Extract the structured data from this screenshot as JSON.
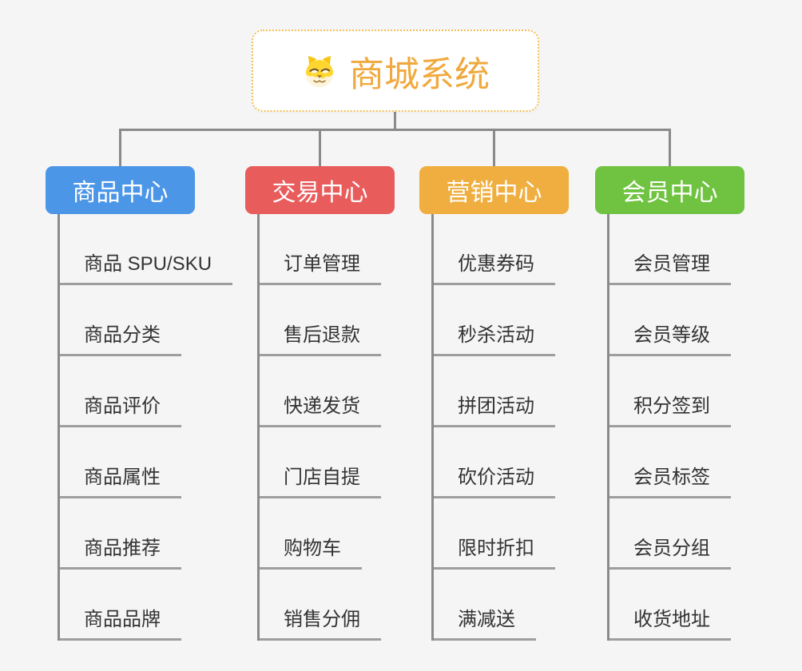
{
  "root": {
    "title": "商城系统",
    "icon": "dog-face-icon"
  },
  "branches": [
    {
      "label": "商品中心",
      "color": "#4C96E8",
      "children": [
        "商品 SPU/SKU",
        "商品分类",
        "商品评价",
        "商品属性",
        "商品推荐",
        "商品品牌"
      ]
    },
    {
      "label": "交易中心",
      "color": "#E85C5C",
      "children": [
        "订单管理",
        "售后退款",
        "快递发货",
        "门店自提",
        "购物车",
        "销售分佣"
      ]
    },
    {
      "label": "营销中心",
      "color": "#EFAE3F",
      "children": [
        "优惠券码",
        "秒杀活动",
        "拼团活动",
        "砍价活动",
        "限时折扣",
        "满减送"
      ]
    },
    {
      "label": "会员中心",
      "color": "#6FC340",
      "children": [
        "会员管理",
        "会员等级",
        "积分签到",
        "会员标签",
        "会员分组",
        "收货地址"
      ]
    }
  ],
  "style": {
    "background": "#F5F5F6",
    "connector_color": "#8A8A8A",
    "underline_color": "#9E9E9E",
    "title_color": "#F0A93E",
    "root_border_color": "#F5BE55",
    "item_text_color": "#333333"
  }
}
